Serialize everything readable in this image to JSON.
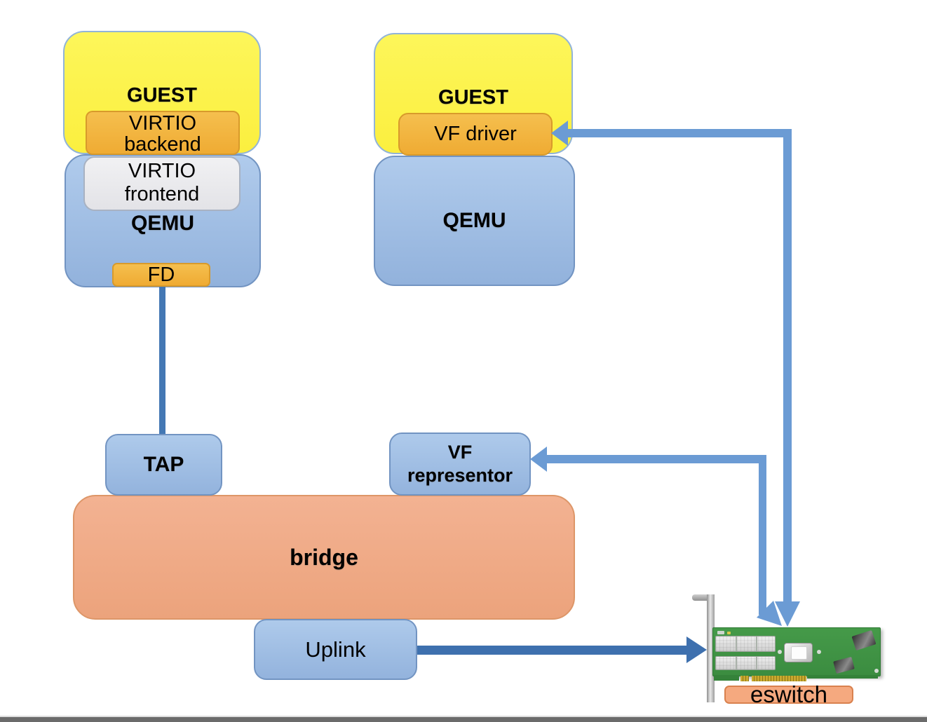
{
  "left_stack": {
    "guest": "GUEST",
    "virtio_backend": {
      "line1": "VIRTIO",
      "line2": "backend"
    },
    "virtio_frontend": {
      "line1": "VIRTIO",
      "line2": "frontend"
    },
    "qemu": "QEMU",
    "fd": "FD"
  },
  "right_stack": {
    "guest": "GUEST",
    "vf_driver": "VF driver",
    "qemu": "QEMU"
  },
  "host_network": {
    "tap": "TAP",
    "bridge": "bridge",
    "vf_representor": {
      "line1": "VF",
      "line2": "representor"
    },
    "uplink": "Uplink"
  },
  "nic": {
    "eswitch": "eswitch",
    "illustration": "green-pci-network-card"
  },
  "connectors": [
    {
      "from": "fd",
      "to": "tap",
      "type": "plain-line"
    },
    {
      "from": "nic-eswitch",
      "to": "vf-driver",
      "type": "arrow-both-ends"
    },
    {
      "from": "nic-eswitch",
      "to": "vf-representor",
      "type": "arrow-both-ends"
    },
    {
      "from": "uplink",
      "to": "nic-port",
      "type": "arrow"
    }
  ],
  "colors": {
    "guest_fill": "#FBF24B",
    "guest_border": "#92B4D8",
    "qemu_fill": "#A9C5E8",
    "qemu_border": "#7294C2",
    "orange_fill": "#F2B541",
    "orange_border": "#D89A2B",
    "gray_fill": "#EBEBEE",
    "gray_border": "#A8B2C2",
    "bridge_fill": "#EFAA84",
    "bridge_border": "#DD9668",
    "eswitch_fill": "#F5A97F",
    "eswitch_border": "#D9814E",
    "arrow_light_blue": "#6B9BD4",
    "arrow_dark_blue": "#3E70AE",
    "nic_board_green": "#3E9143"
  }
}
